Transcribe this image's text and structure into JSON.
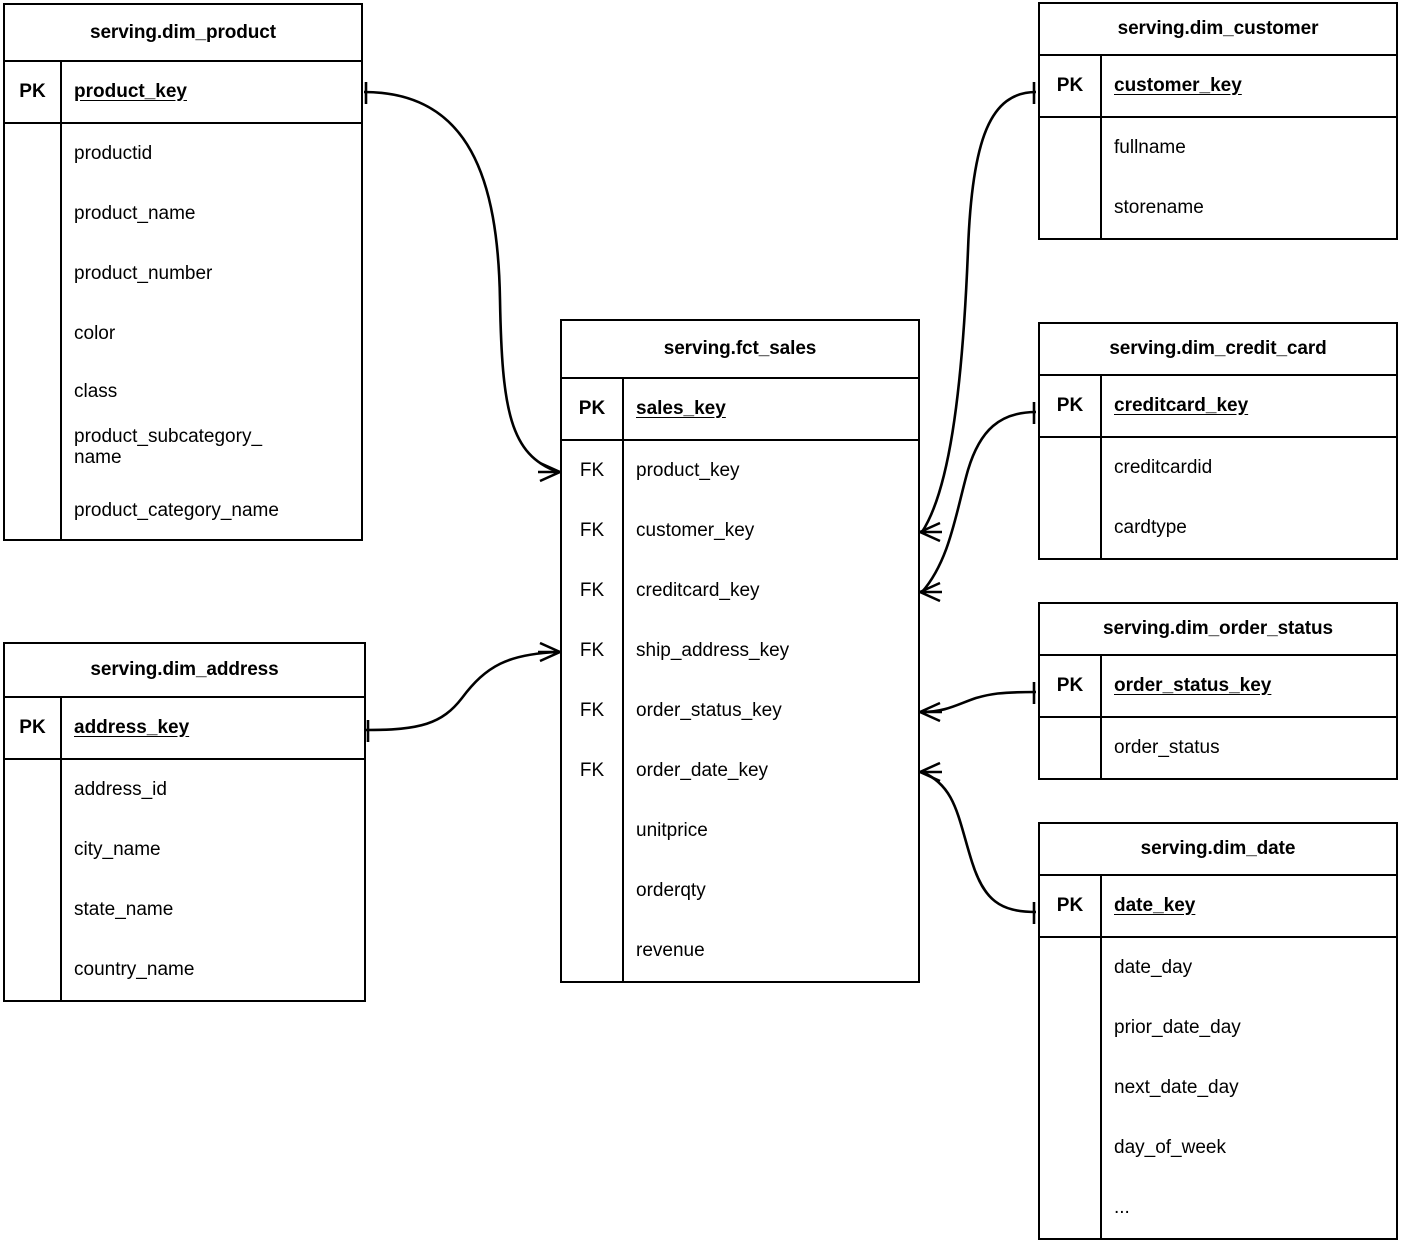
{
  "diagram": {
    "type": "entity-relationship-diagram",
    "notation": "crow's foot",
    "background_color": "#ffffff",
    "line_color": "#000000",
    "text_color": "#000000"
  },
  "entities": [
    {
      "id": "dim_product",
      "title": "serving.dim_product",
      "pk_label": "PK",
      "pk_field": "product_key",
      "fields": [
        "productid",
        "product_name",
        "product_number",
        "color",
        "class",
        "product_subcategory_\nname",
        "product_category_name"
      ]
    },
    {
      "id": "dim_address",
      "title": "serving.dim_address",
      "pk_label": "PK",
      "pk_field": "address_key",
      "fields": [
        "address_id",
        "city_name",
        "state_name",
        "country_name"
      ]
    },
    {
      "id": "fct_sales",
      "title": "serving.fct_sales",
      "pk_label": "PK",
      "pk_field": "sales_key",
      "fk_label": "FK",
      "fields": [
        {
          "key": "FK",
          "name": "product_key"
        },
        {
          "key": "FK",
          "name": "customer_key"
        },
        {
          "key": "FK",
          "name": "creditcard_key"
        },
        {
          "key": "FK",
          "name": "ship_address_key"
        },
        {
          "key": "FK",
          "name": "order_status_key"
        },
        {
          "key": "FK",
          "name": "order_date_key"
        },
        {
          "key": "",
          "name": "unitprice"
        },
        {
          "key": "",
          "name": "orderqty"
        },
        {
          "key": "",
          "name": "revenue"
        }
      ]
    },
    {
      "id": "dim_customer",
      "title": "serving.dim_customer",
      "pk_label": "PK",
      "pk_field": "customer_key",
      "fields": [
        "fullname",
        "storename"
      ]
    },
    {
      "id": "dim_credit_card",
      "title": "serving.dim_credit_card",
      "pk_label": "PK",
      "pk_field": "creditcard_key",
      "fields": [
        "creditcardid",
        "cardtype"
      ]
    },
    {
      "id": "dim_order_status",
      "title": "serving.dim_order_status",
      "pk_label": "PK",
      "pk_field": "order_status_key",
      "fields": [
        "order_status"
      ]
    },
    {
      "id": "dim_date",
      "title": "serving.dim_date",
      "pk_label": "PK",
      "pk_field": "date_key",
      "fields": [
        "date_day",
        "prior_date_day",
        "next_date_day",
        "day_of_week",
        "..."
      ]
    }
  ],
  "relationships": [
    {
      "from": "dim_product.product_key",
      "to": "fct_sales.product_key",
      "from_cardinality": "one",
      "to_cardinality": "many"
    },
    {
      "from": "dim_address.address_key",
      "to": "fct_sales.ship_address_key",
      "from_cardinality": "one",
      "to_cardinality": "many"
    },
    {
      "from": "dim_customer.customer_key",
      "to": "fct_sales.customer_key",
      "from_cardinality": "one",
      "to_cardinality": "many"
    },
    {
      "from": "dim_credit_card.creditcard_key",
      "to": "fct_sales.creditcard_key",
      "from_cardinality": "one",
      "to_cardinality": "many"
    },
    {
      "from": "dim_order_status.order_status_key",
      "to": "fct_sales.order_status_key",
      "from_cardinality": "one",
      "to_cardinality": "many"
    },
    {
      "from": "dim_date.date_key",
      "to": "fct_sales.order_date_key",
      "from_cardinality": "one",
      "to_cardinality": "many"
    }
  ]
}
